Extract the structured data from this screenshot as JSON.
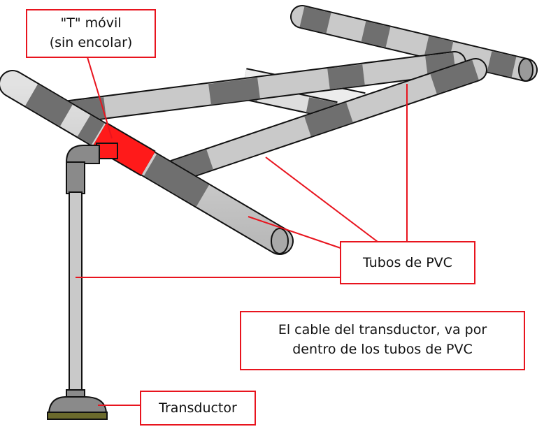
{
  "labels": {
    "movable_t_line1": "\"T\" móvil",
    "movable_t_line2": "(sin encolar)",
    "pvc_tubes": "Tubos de PVC",
    "cable_note_line1": "El cable del transductor, va por",
    "cable_note_line2": "dentro de los tubos de PVC",
    "transducer": "Transductor"
  },
  "colors": {
    "callout_border": "#e8141e",
    "leader_line": "#e8141e",
    "tube_light": "#c9c9c9",
    "tube_dark": "#6f6f6f",
    "tube_outline": "#111111",
    "movable_t": "#ff1a1a",
    "transducer_base": "#8a8a8a",
    "transducer_pad": "#6b6a2c"
  }
}
